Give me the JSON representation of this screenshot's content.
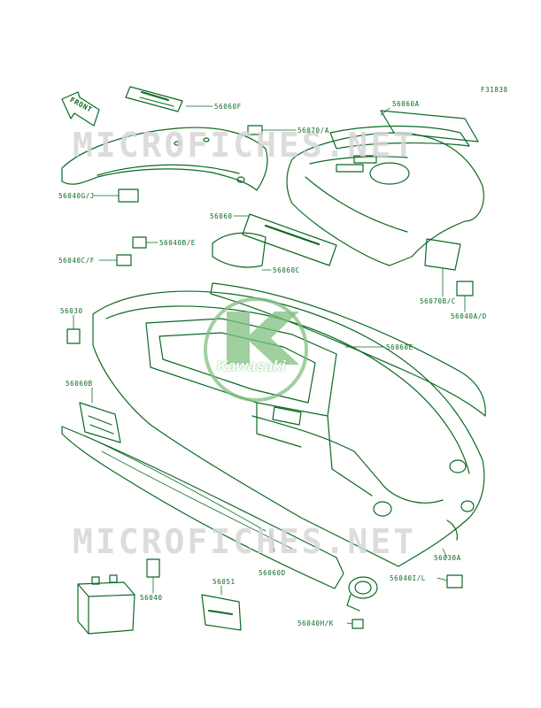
{
  "diagram_code": "F31838",
  "watermark": "MICROFICHES.NET",
  "logo_text": "Kawasaki",
  "front_arrow_text": "FRONT",
  "part_labels": {
    "p56060F": "56060F",
    "p56070A": "56070/A",
    "p56060A": "56060A",
    "p56040GJ": "56040G/J",
    "p56060": "56060",
    "p56040BE": "56040B/E",
    "p56040CF": "56040C/F",
    "p56060C": "56060C",
    "p56070BC": "56070B/C",
    "p56040AD": "56040A/D",
    "p56030": "56030",
    "p56060E": "56060E",
    "p56060B": "56060B",
    "p56030A": "56030A",
    "p56060D": "56060D",
    "p56040": "56040",
    "p56051": "56051",
    "p56040IL": "56040I/L",
    "p56040HK": "56040H/K"
  },
  "colors": {
    "line": "#0b6a22",
    "watermark": "#d6d6d6",
    "logo": "#7fbf7f"
  }
}
